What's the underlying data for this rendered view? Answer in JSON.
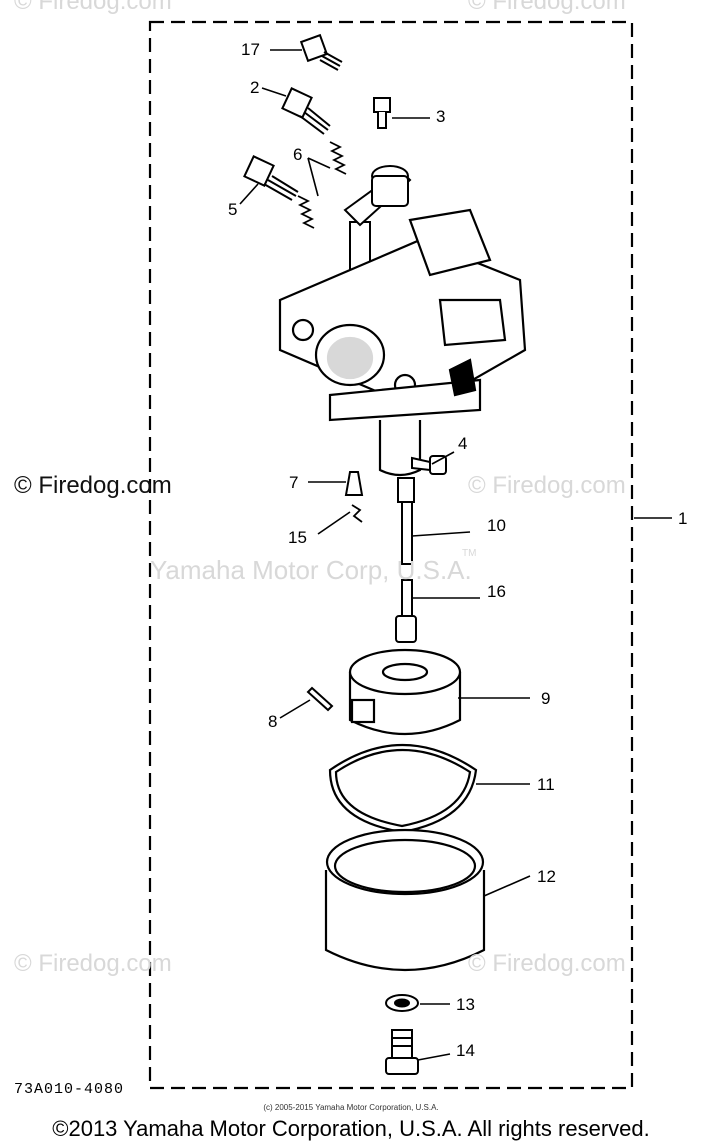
{
  "watermarks": {
    "firedog": "© Firedog.com",
    "yamaha": "Yamaha Motor Corp, U.S.A.",
    "tm": "TM"
  },
  "callouts": [
    {
      "id": "17",
      "label": "17"
    },
    {
      "id": "2",
      "label": "2"
    },
    {
      "id": "3",
      "label": "3"
    },
    {
      "id": "6",
      "label": "6"
    },
    {
      "id": "5",
      "label": "5"
    },
    {
      "id": "4",
      "label": "4"
    },
    {
      "id": "7",
      "label": "7"
    },
    {
      "id": "15",
      "label": "15"
    },
    {
      "id": "10",
      "label": "10"
    },
    {
      "id": "1",
      "label": "1"
    },
    {
      "id": "16",
      "label": "16"
    },
    {
      "id": "9",
      "label": "9"
    },
    {
      "id": "8",
      "label": "8"
    },
    {
      "id": "11",
      "label": "11"
    },
    {
      "id": "12",
      "label": "12"
    },
    {
      "id": "13",
      "label": "13"
    },
    {
      "id": "14",
      "label": "14"
    }
  ],
  "diagram_code": "73A010-4080",
  "small_copyright": "(c) 2005-2015 Yamaha Motor Corporation, U.S.A.",
  "footer_copyright": "©2013 Yamaha Motor Corporation, U.S.A. All rights reserved."
}
